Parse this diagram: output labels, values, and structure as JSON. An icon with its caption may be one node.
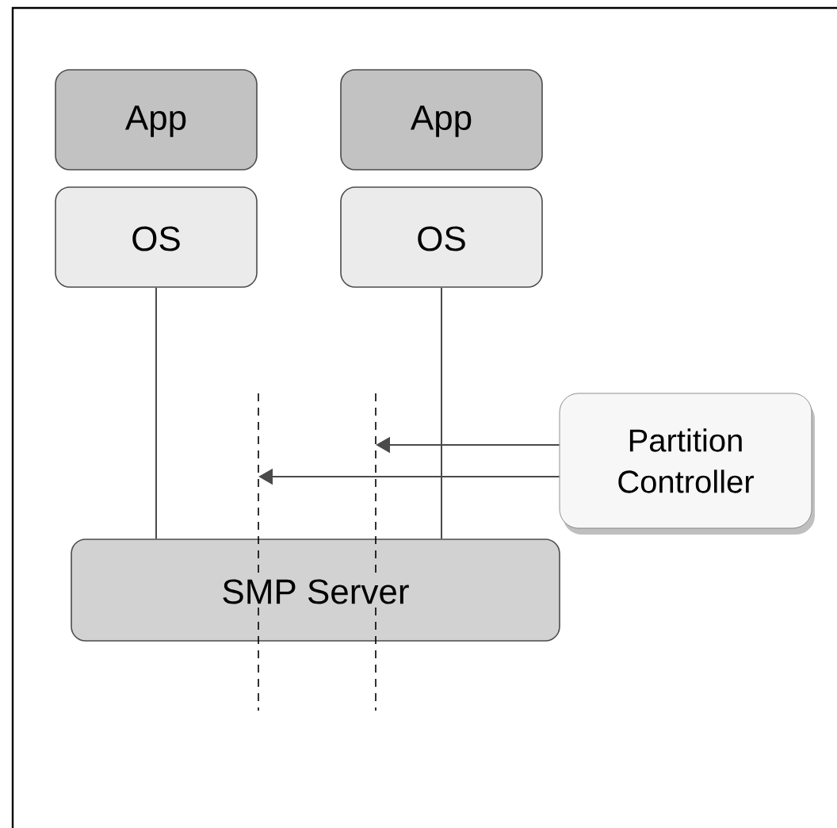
{
  "diagram": {
    "nodes": [
      {
        "text": [
          "App"
        ]
      },
      {
        "text": [
          "App"
        ]
      },
      {
        "text": [
          "OS"
        ]
      },
      {
        "text": [
          "OS"
        ]
      },
      {
        "text": [
          "Partition Controller"
        ]
      },
      {
        "text": [
          "SMP Server"
        ]
      },
      {
        "text": [],
        "shape": "line"
      },
      {
        "text": [],
        "shape": "line"
      }
    ],
    "edges": [
      {
        "from": 2,
        "to": 5,
        "arrow": "none"
      },
      {
        "from": 3,
        "to": 5,
        "arrow": "none"
      },
      {
        "from": 4,
        "to": 7,
        "arrow": "to"
      },
      {
        "from": 4,
        "to": 6,
        "arrow": "to"
      }
    ]
  }
}
